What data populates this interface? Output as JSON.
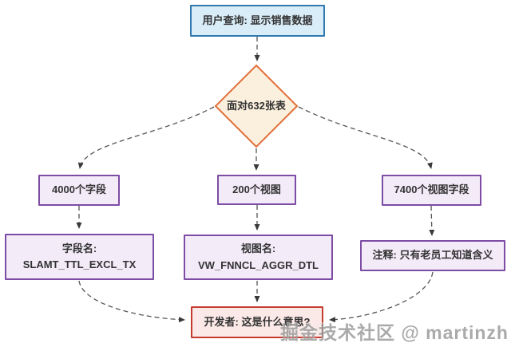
{
  "diagram": {
    "nodes": {
      "user_query": {
        "label": "用户查询: 显示销售数据"
      },
      "decision": {
        "label": "面对632张表"
      },
      "field_count": {
        "label": "4000个字段"
      },
      "view_count": {
        "label": "200个视图"
      },
      "view_field_count": {
        "label": "7400个视图字段"
      },
      "field_name": {
        "title": "字段名:",
        "value": "SLAMT_TTL_EXCL_TX"
      },
      "view_name": {
        "title": "视图名:",
        "value": "VW_FNNCL_AGGR_DTL"
      },
      "comment": {
        "label": "注释: 只有老员工知道含义"
      },
      "developer": {
        "label": "开发者: 这是什么意思?"
      }
    },
    "watermark": "掘金技术社区 @ martinzh",
    "colors": {
      "query_fill": "#D9EDF8",
      "query_border": "#3079AE",
      "decision_fill": "#FBEFDE",
      "decision_border": "#E2703A",
      "purple_fill": "#F4EBF9",
      "purple_border": "#7D4CA5",
      "result_fill": "#FBE9E7",
      "result_border": "#C63B2F",
      "connector": "#555555",
      "text": "#333333",
      "watermark": "#9C9C9C"
    }
  }
}
